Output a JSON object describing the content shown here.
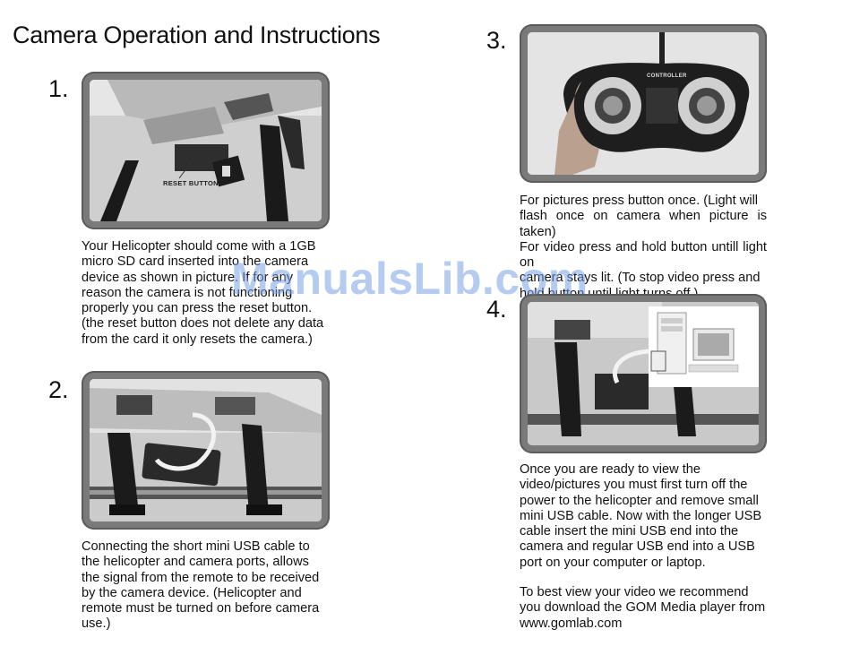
{
  "page": {
    "title": "Camera Operation and Instructions"
  },
  "steps": [
    {
      "number": "1.",
      "photo_label": "RESET BUTTON",
      "lines": [
        "Your Helicopter should come with a 1GB",
        "micro SD card inserted into the camera",
        "device as shown in picture. If for any",
        "reason the camera is not functioning",
        "properly you can press the reset button.",
        "(the reset button does not delete any data",
        "from the card it only resets the camera.)"
      ]
    },
    {
      "number": "2.",
      "lines": [
        "Connecting the short mini USB cable to",
        "the helicopter and camera ports, allows",
        "the signal from the remote to be received",
        "by the camera device. (Helicopter and",
        "remote must be turned on before camera",
        "use.)"
      ]
    },
    {
      "number": "3.",
      "photo_label": "CONTROLLER",
      "lines": [
        "For pictures press button once. (Light will",
        "flash once on camera when picture is taken)",
        "For video press and hold button untill light on",
        "camera stays lit. (To stop video press and",
        "hold button until light turns off.)"
      ]
    },
    {
      "number": "4.",
      "lines": [
        "Once you are ready to view the",
        "video/pictures you must first turn off the",
        "power to the helicopter and remove small",
        "mini USB cable. Now with the longer USB",
        "cable insert the mini USB end into the",
        "camera and regular USB end into a USB",
        "port on your computer or laptop."
      ],
      "extra_lines": [
        "To best view your video we recommend",
        "you download the GOM Media player from",
        "www.gomlab.com"
      ]
    }
  ],
  "watermark": "ManualsLib.com"
}
